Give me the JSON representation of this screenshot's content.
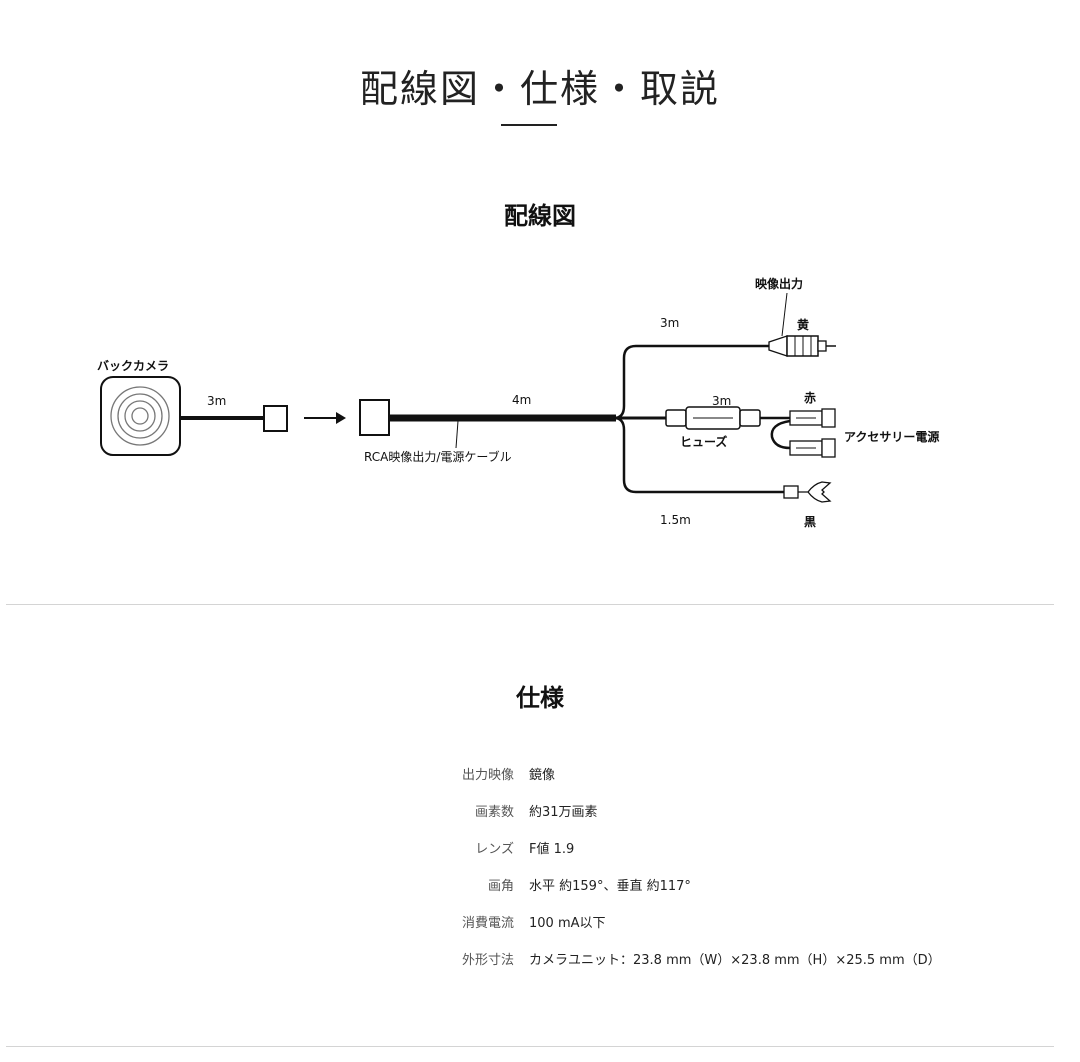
{
  "page": {
    "title": "配線図・仕様・取説"
  },
  "wiring": {
    "heading": "配線図",
    "labels": {
      "camera": "バックカメラ",
      "camera_cable_len": "3m",
      "main_cable_len": "4m",
      "main_cable_name": "RCA映像出力/電源ケーブル",
      "video_out": "映像出力",
      "video_len": "3m",
      "video_color": "黄",
      "power_len": "3m",
      "power_color": "赤",
      "fuse": "ヒューズ",
      "accessory": "アクセサリー電源",
      "ground_len": "1.5m",
      "ground_color": "黒"
    }
  },
  "spec": {
    "heading": "仕様",
    "rows": [
      {
        "key": "出力映像",
        "value": "鏡像"
      },
      {
        "key": "画素数",
        "value": "約31万画素"
      },
      {
        "key": "レンズ",
        "value": "F値 1.9"
      },
      {
        "key": "画角",
        "value": "水平 約159°、垂直 約117°"
      },
      {
        "key": "消費電流",
        "value": "100 mA以下"
      },
      {
        "key": "外形寸法",
        "value": "カメラユニット：23.8 mm（W）×23.8 mm（H）×25.5 mm（D）"
      }
    ]
  }
}
